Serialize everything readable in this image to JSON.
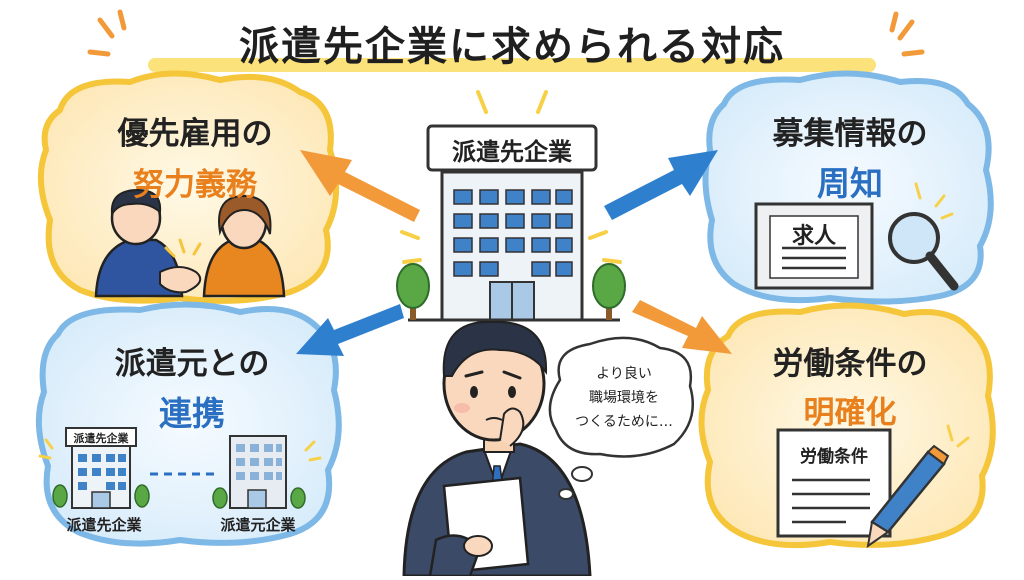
{
  "title": "派遣先企業に求められる対応",
  "center": {
    "sign": "派遣先企業",
    "thought": [
      "より良い",
      "職場環境を",
      "つくるために…"
    ]
  },
  "cards": {
    "top_left": {
      "line1": "優先雇用の",
      "line2": "努力義務"
    },
    "top_right": {
      "line1": "募集情報の",
      "line2": "周知",
      "sign": "求人"
    },
    "bottom_left": {
      "line1": "派遣元との",
      "line2": "連携",
      "sign_small": "派遣先企業",
      "label_left": "派遣先企業",
      "label_right": "派遣元企業"
    },
    "bottom_right": {
      "line1": "労働条件の",
      "line2": "明確化",
      "doc_title": "労働条件"
    }
  },
  "colors": {
    "yellow": "#f8d55c",
    "blue": "#8cc4ea",
    "orange": "#f29a3a",
    "arrow_blue": "#2f7fcf"
  }
}
